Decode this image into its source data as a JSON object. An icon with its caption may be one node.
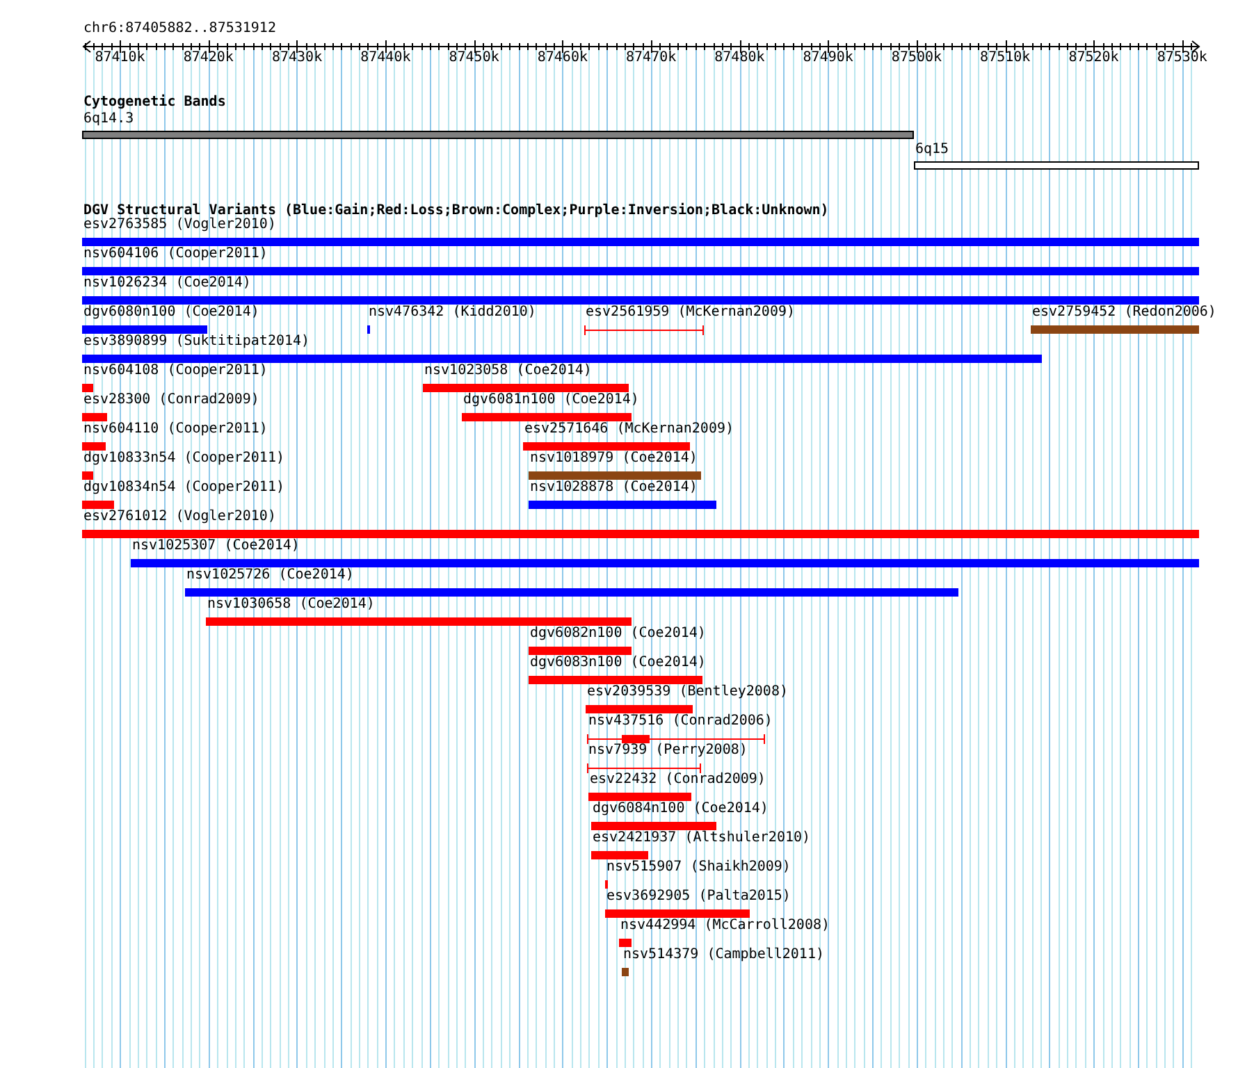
{
  "diagram": {
    "nodes": [
      {
        "text": [
          "6q14.3"
        ]
      },
      {
        "text": [
          "6q15"
        ]
      },
      {
        "text": [
          "esv2763585 (Vogler2010)"
        ]
      },
      {
        "text": [
          "nsv604106 (Cooper2011)"
        ]
      },
      {
        "text": [
          "nsv1026234 (Coe2014)"
        ]
      },
      {
        "text": [
          "dgv6080n100 (Coe2014)"
        ]
      },
      {
        "text": [
          "nsv476342 (Kidd2010)"
        ]
      },
      {
        "text": [
          "esv2561959 (McKernan2009)"
        ]
      },
      {
        "text": [
          "esv2759452 (Redon2006)"
        ]
      },
      {
        "text": [
          "esv3890899 (Suktitipat2014)"
        ]
      },
      {
        "text": [
          "nsv604108 (Cooper2011)"
        ]
      },
      {
        "text": [
          "nsv1023058 (Coe2014)"
        ]
      },
      {
        "text": [
          "esv28300 (Conrad2009)"
        ]
      },
      {
        "text": [
          "dgv6081n100 (Coe2014)"
        ]
      },
      {
        "text": [
          "nsv604110 (Cooper2011)"
        ]
      },
      {
        "text": [
          "esv2571646 (McKernan2009)"
        ]
      },
      {
        "text": [
          "dgv10833n54 (Cooper2011)"
        ]
      },
      {
        "text": [
          "nsv1018979 (Coe2014)"
        ]
      },
      {
        "text": [
          "dgv10834n54 (Cooper2011)"
        ]
      },
      {
        "text": [
          "nsv1028878 (Coe2014)"
        ]
      },
      {
        "text": [
          "esv2761012 (Vogler2010)"
        ]
      },
      {
        "text": [
          "nsv1025307 (Coe2014)"
        ]
      },
      {
        "text": [
          "nsv1025726 (Coe2014)"
        ]
      },
      {
        "text": [
          "nsv1030658 (Coe2014)"
        ]
      },
      {
        "text": [
          "dgv6082n100 (Coe2014)"
        ]
      },
      {
        "text": [
          "dgv6083n100 (Coe2014)"
        ]
      },
      {
        "text": [
          "esv2039539 (Bentley2008)"
        ]
      },
      {
        "text": [
          "nsv437516 (Conrad2006)"
        ]
      },
      {
        "text": [
          "nsv7939 (Perry2008)"
        ]
      },
      {
        "text": [
          "esv22432 (Conrad2009)"
        ]
      },
      {
        "text": [
          "dgv6084n100 (Coe2014)"
        ]
      },
      {
        "text": [
          "esv2421937 (Altshuler2010)"
        ]
      },
      {
        "text": [
          "nsv515907 (Shaikh2009)"
        ]
      },
      {
        "text": [
          "esv3692905 (Palta2015)"
        ]
      },
      {
        "text": [
          "nsv442994 (McCarroll2008)"
        ]
      },
      {
        "text": [
          "nsv514379 (Campbell2011)"
        ]
      }
    ],
    "labels": [
      "chr6:87405882..87531912",
      "87410k",
      "87420k",
      "87430k",
      "87440k",
      "87450k",
      "87460k",
      "87470k",
      "87480k",
      "87490k",
      "87500k",
      "87510k",
      "87520k",
      "87530k",
      "Cytogenetic Bands",
      "DGV Structural Variants (Blue:Gain;Red:Loss;Brown:Complex;Purple:Inversion;Black:Unknown)"
    ]
  }
}
